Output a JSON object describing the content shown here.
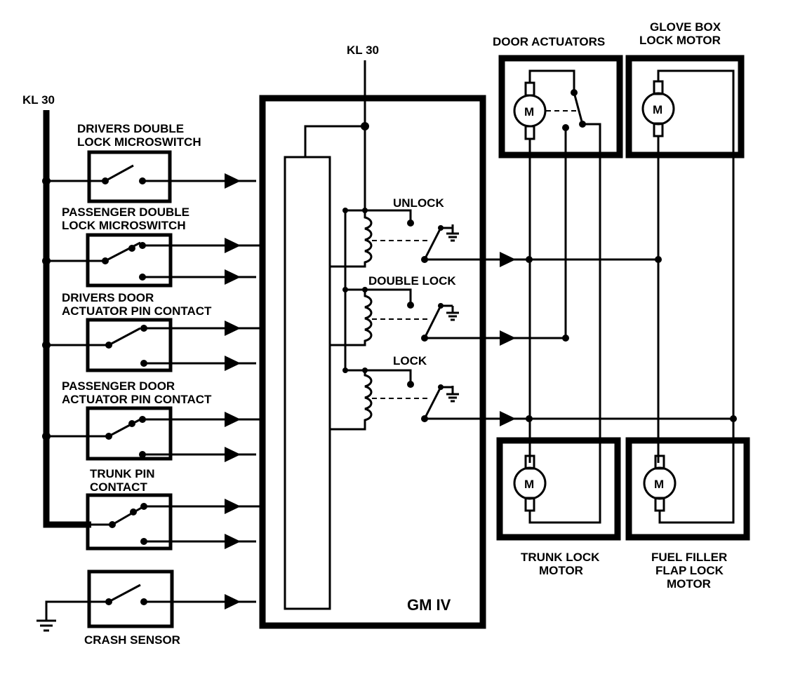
{
  "supply": {
    "kl30_left": "KL 30",
    "kl30_top": "KL 30"
  },
  "switches": {
    "drivers_double_lock": [
      "DRIVERS DOUBLE",
      "LOCK MICROSWITCH"
    ],
    "passenger_double_lock": [
      "PASSENGER DOUBLE",
      "LOCK MICROSWITCH"
    ],
    "drivers_door_pin": [
      "DRIVERS DOOR",
      "ACTUATOR PIN CONTACT"
    ],
    "passenger_door_pin": [
      "PASSENGER DOOR",
      "ACTUATOR PIN CONTACT"
    ],
    "trunk_pin": [
      "TRUNK PIN",
      "CONTACT"
    ],
    "crash_sensor": "CRASH SENSOR"
  },
  "module": {
    "name": "GM IV",
    "relays": {
      "unlock": "UNLOCK",
      "double_lock": "DOUBLE LOCK",
      "lock": "LOCK"
    }
  },
  "motors": {
    "door_actuators": "DOOR ACTUATORS",
    "glove_box": [
      "GLOVE BOX",
      "LOCK MOTOR"
    ],
    "trunk": [
      "TRUNK LOCK",
      "MOTOR"
    ],
    "fuel_filler": [
      "FUEL FILLER",
      "FLAP LOCK",
      "MOTOR"
    ],
    "symbol": "M"
  }
}
